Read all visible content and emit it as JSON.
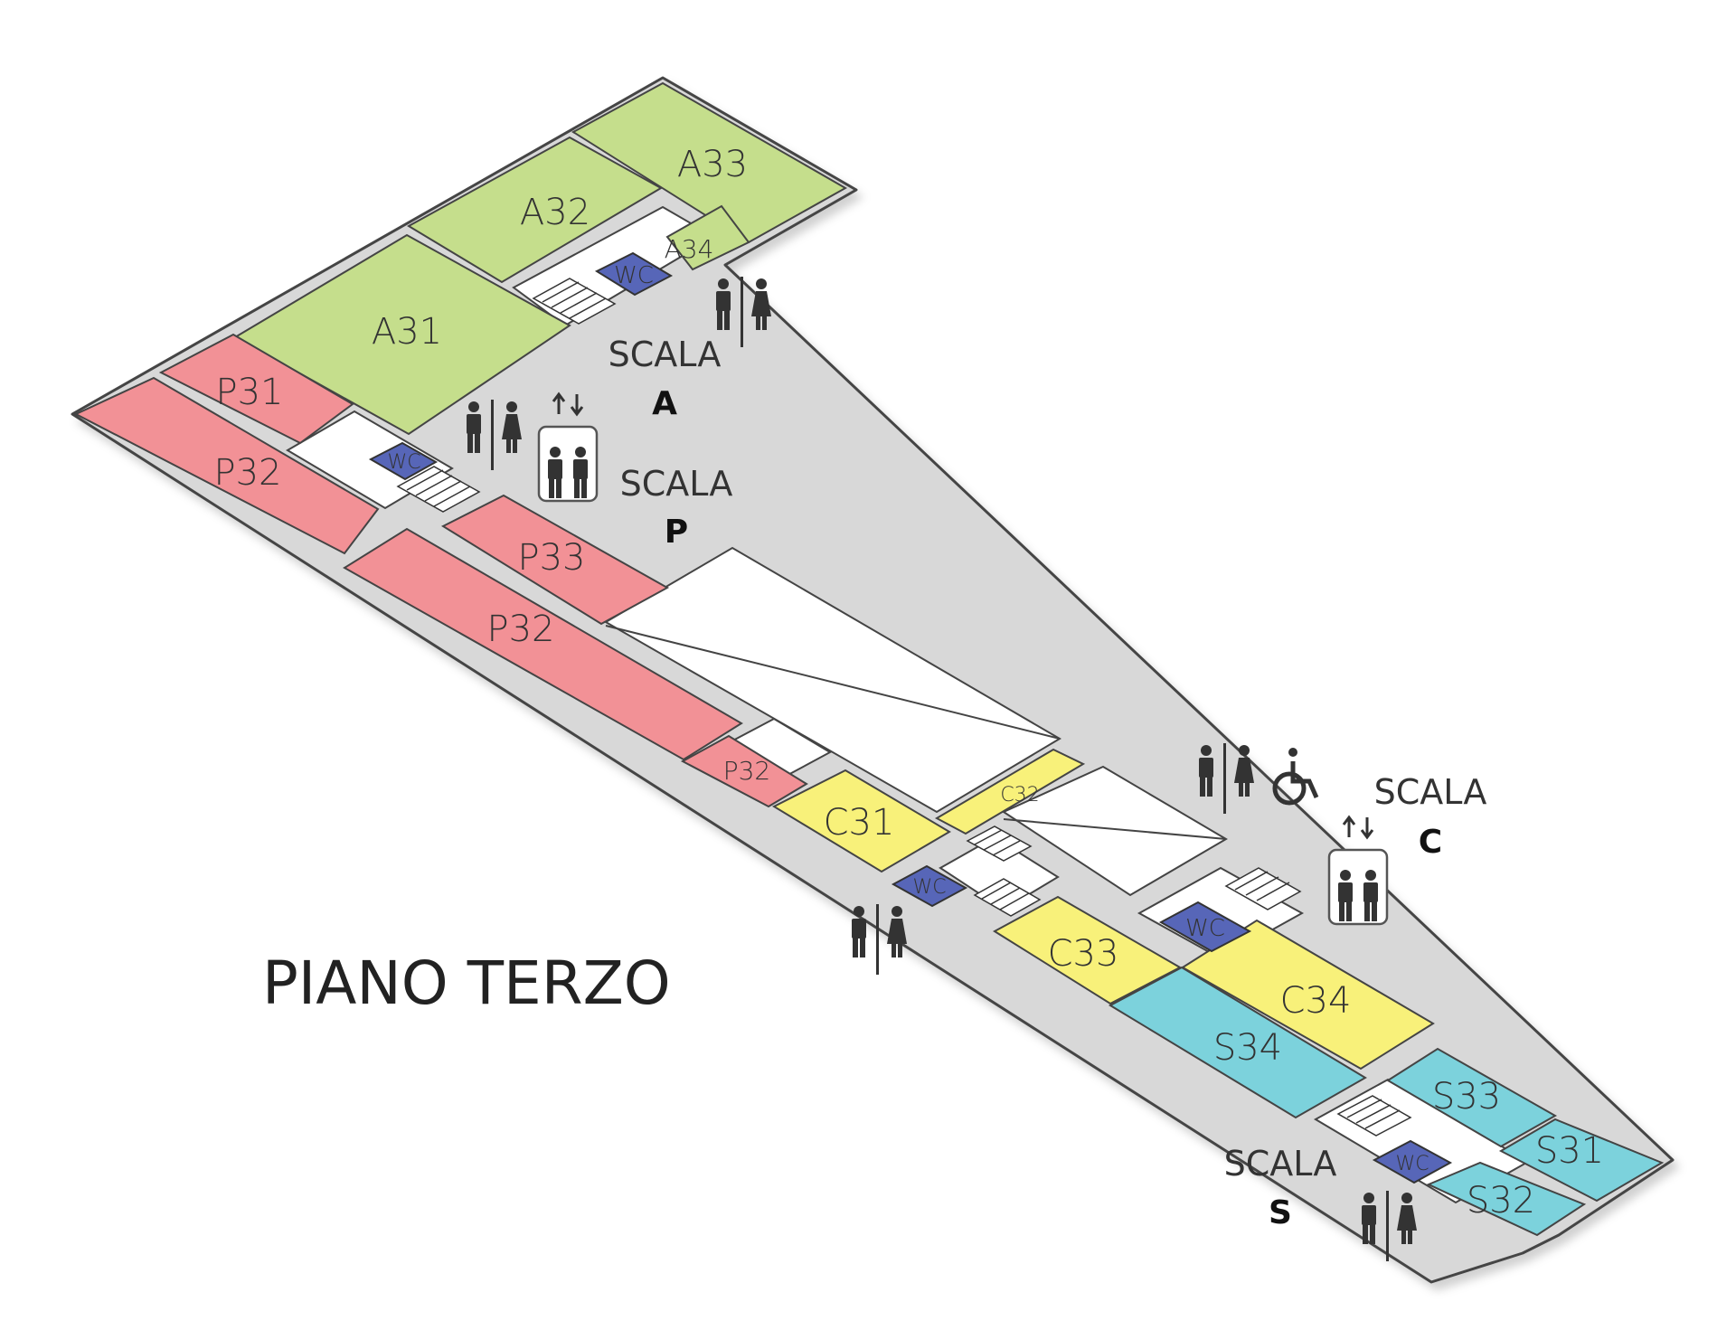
{
  "title": "PIANO TERZO",
  "colors": {
    "zone_a": "#c5de8c",
    "zone_p": "#f29196",
    "zone_c": "#f8f17a",
    "zone_s": "#7cd2dc",
    "wc": "#5766b8",
    "corridor": "#ffffff",
    "wall": "#d8d8d8",
    "outline": "#444444",
    "icon": "#333333"
  },
  "rooms": {
    "a31": "A31",
    "a32": "A32",
    "a33": "A33",
    "a34": "A34",
    "p31": "P31",
    "p32_left": "P32",
    "p32_main": "P32",
    "p32_small": "P32",
    "p33": "P33",
    "c31": "C31",
    "c32": "C32",
    "c33": "C33",
    "c34": "C34",
    "s31": "S31",
    "s32": "S32",
    "s33": "S33",
    "s34": "S34"
  },
  "wc": {
    "a": "WC",
    "p": "WC",
    "c_left": "WC",
    "c_right": "WC",
    "s": "WC"
  },
  "scale": {
    "a": {
      "word": "SCALA",
      "letter": "A"
    },
    "p": {
      "word": "SCALA",
      "letter": "P"
    },
    "c": {
      "word": "SCALA",
      "letter": "C"
    },
    "s": {
      "word": "SCALA",
      "letter": "S"
    }
  },
  "icons": [
    "restroom-icon",
    "elevator-icon",
    "wheelchair-icon",
    "stairs-icon"
  ]
}
